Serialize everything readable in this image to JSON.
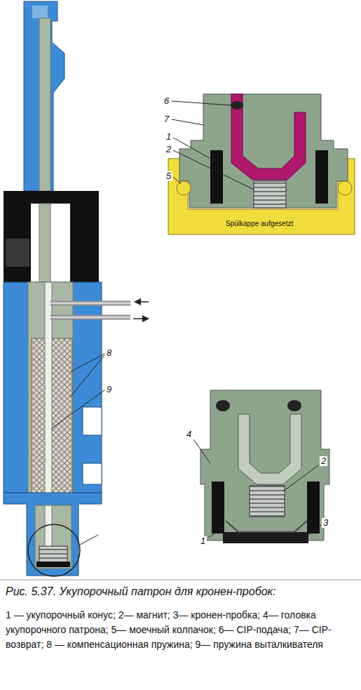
{
  "diagram": {
    "caption": "Рис. 5.37. Укупорочный патрон для кронен-пробок:",
    "labels": [
      "6",
      "7",
      "1",
      "2",
      "5",
      "Spülkappe aufgesetzt",
      "8",
      "9",
      "4",
      "2",
      "3",
      "1",
      "1 — укупорочный конус;",
      "2— магнит;",
      "3— кронен-пробка;",
      "4— головка укупорочного патрона;",
      "5— моечный колпачок;",
      "6— CIP-подача;",
      "7— CIP-возврат;",
      "8 — компенсационная пружина;",
      "9— пружина выталкивателя"
    ]
  }
}
